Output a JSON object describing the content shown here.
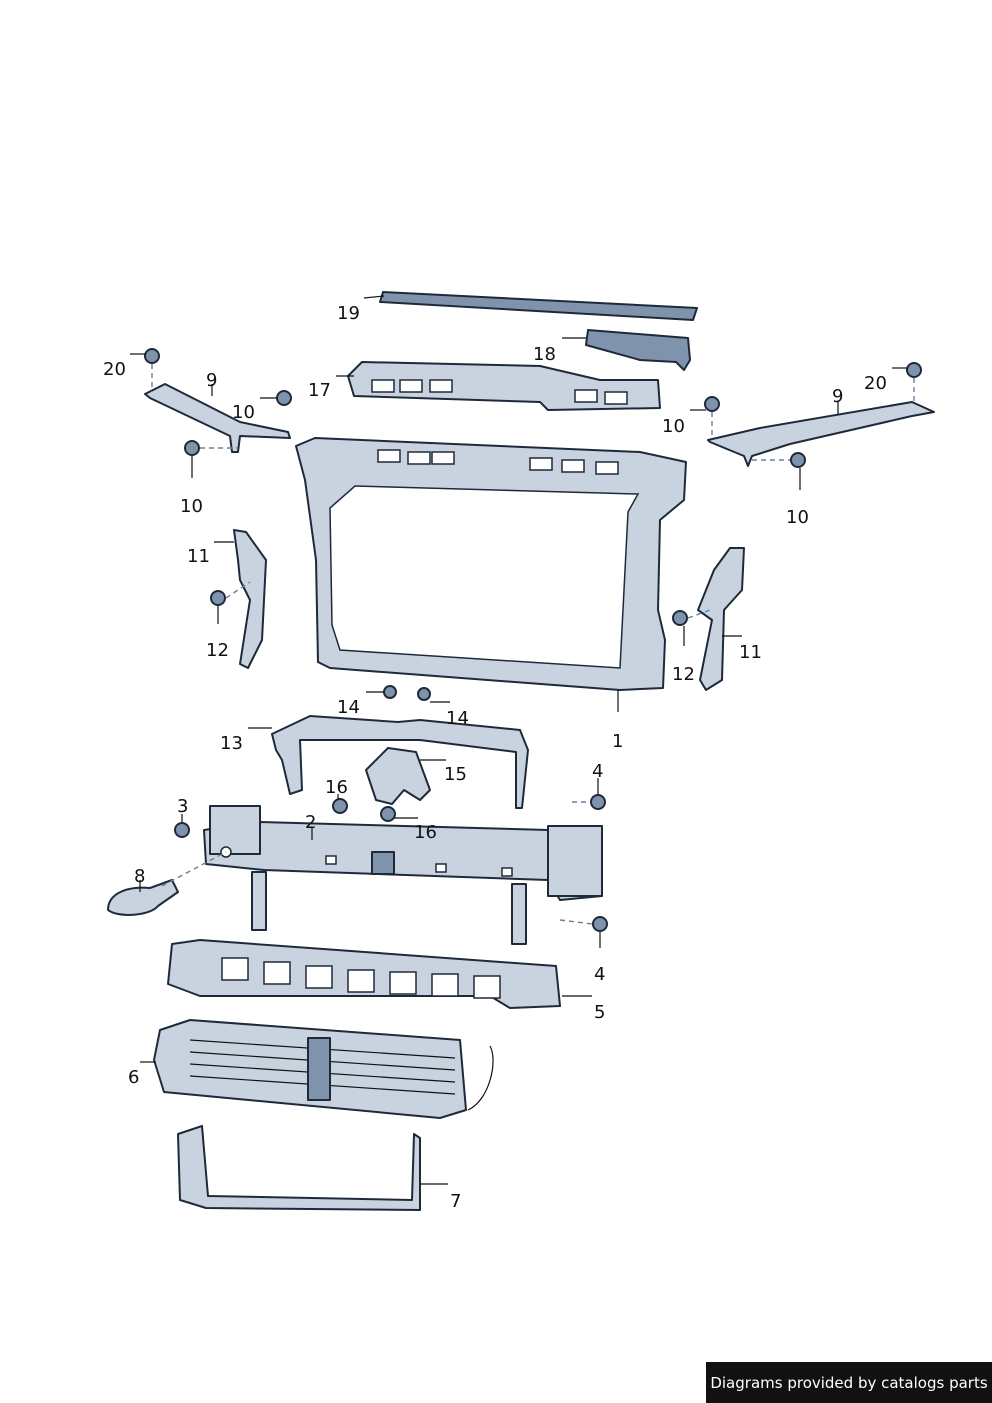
{
  "diagram": {
    "callouts": [
      "1",
      "2",
      "3",
      "4",
      "4",
      "5",
      "6",
      "7",
      "8",
      "9",
      "9",
      "10",
      "10",
      "10",
      "10",
      "11",
      "11",
      "12",
      "12",
      "13",
      "14",
      "14",
      "15",
      "16",
      "16",
      "17",
      "18",
      "19",
      "20",
      "20"
    ]
  },
  "footer": {
    "text": "Diagrams provided by catalogs parts"
  }
}
